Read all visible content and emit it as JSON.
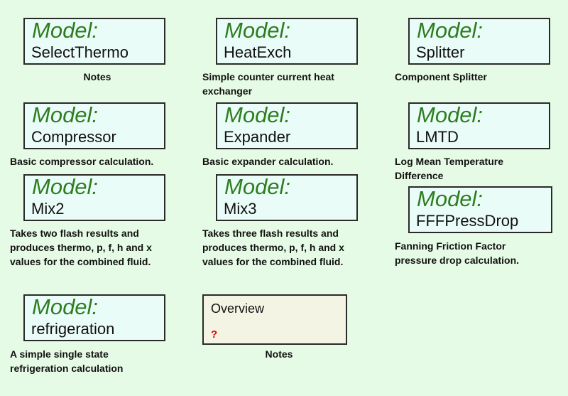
{
  "model_keyword": "Model:",
  "models": {
    "select_thermo": {
      "name": "SelectThermo",
      "description": "Notes"
    },
    "heat_exch": {
      "name": "HeatExch",
      "description": "Simple counter current heat exchanger"
    },
    "splitter": {
      "name": "Splitter",
      "description": "Component Splitter"
    },
    "compressor": {
      "name": "Compressor",
      "description": "Basic compressor calculation."
    },
    "expander": {
      "name": "Expander",
      "description": "Basic expander calculation."
    },
    "lmtd": {
      "name": "LMTD",
      "description": "Log Mean Temperature Difference"
    },
    "mix2": {
      "name": "Mix2",
      "description": "Takes two flash results and produces thermo, p, f, h and x values for the combined fluid."
    },
    "mix3": {
      "name": "Mix3",
      "description": "Takes three flash results and produces thermo, p, f, h and x values for the combined fluid."
    },
    "ffpressdrop": {
      "name": "FFFPressDrop",
      "description": "Fanning Friction Factor pressure drop calculation."
    },
    "refrigeration": {
      "name": "refrigeration",
      "description": "A simple single state refrigeration calculation"
    }
  },
  "overview": {
    "title": "Overview",
    "help_glyph": "?",
    "caption": "Notes"
  },
  "colors": {
    "background": "#e6fbe6",
    "model_keyword": "#2d7d1f",
    "box_fill": "#eafcf7",
    "help_icon": "#e00000"
  }
}
